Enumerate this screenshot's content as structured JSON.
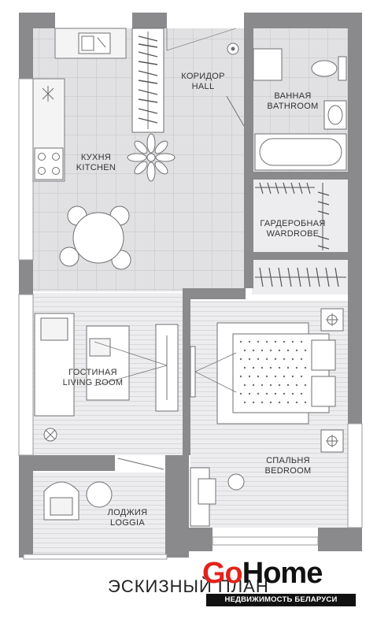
{
  "plan": {
    "rooms": [
      {
        "id": "hall",
        "ru": "КОРИДОР",
        "en": "HALL"
      },
      {
        "id": "bathroom",
        "ru": "ВАННАЯ",
        "en": "BATHROOM"
      },
      {
        "id": "kitchen",
        "ru": "КУХНЯ",
        "en": "KITCHEN"
      },
      {
        "id": "wardrobe",
        "ru": "ГАРДЕРОБНАЯ",
        "en": "WARDROBE"
      },
      {
        "id": "living",
        "ru": "ГОСТИНАЯ",
        "en": "LIVING ROOM"
      },
      {
        "id": "bedroom",
        "ru": "СПАЛЬНЯ",
        "en": "BEDROOM"
      },
      {
        "id": "loggia",
        "ru": "ЛОДЖИЯ",
        "en": "LOGGIA"
      }
    ],
    "caption": "ЭСКИЗНЫЙ ПЛАН"
  },
  "logo": {
    "go": "Go",
    "home": "Home",
    "tagline": "НЕДВИЖИМОСТЬ БЕЛАРУСИ"
  },
  "colors": {
    "wall": "#8a8a8d",
    "floor_tile": "#e2e2e4",
    "floor_wood": "#ececee",
    "line": "#6f6f72",
    "brand_red": "#e3231b"
  }
}
